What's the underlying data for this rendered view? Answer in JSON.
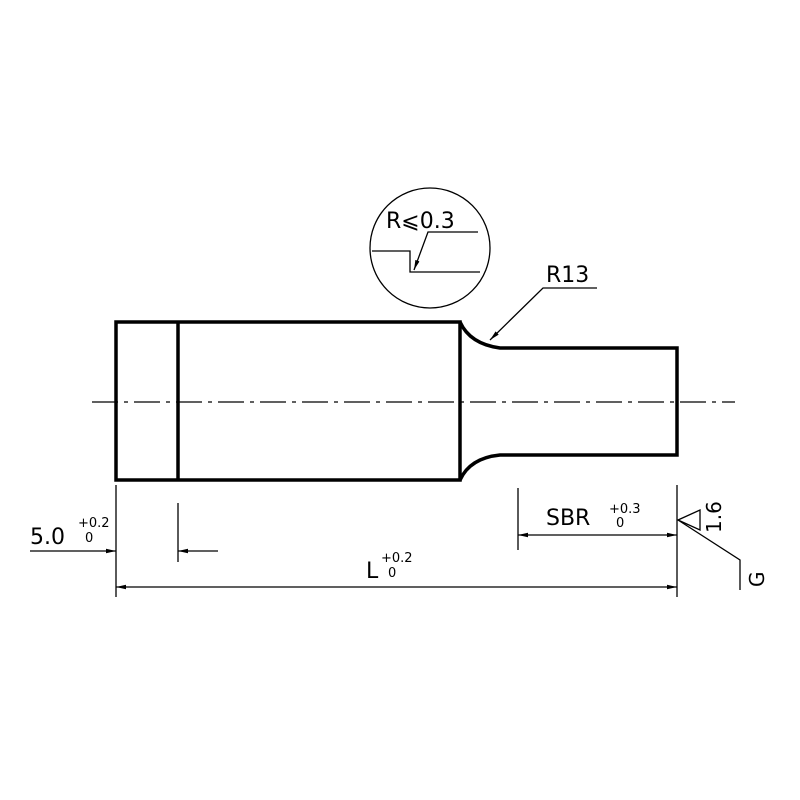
{
  "detail": {
    "label": "R⩽0.3"
  },
  "fillet": {
    "label": "R13"
  },
  "dims": {
    "head": {
      "value": "5.0",
      "upper_tol": "+0.2",
      "lower_tol": "0"
    },
    "length": {
      "value": "L",
      "upper_tol": "+0.2",
      "lower_tol": "0"
    },
    "sbr": {
      "value": "SBR",
      "upper_tol": "+0.3",
      "lower_tol": "0"
    }
  },
  "surface_finish": {
    "roughness": "1.6",
    "method": "G"
  }
}
